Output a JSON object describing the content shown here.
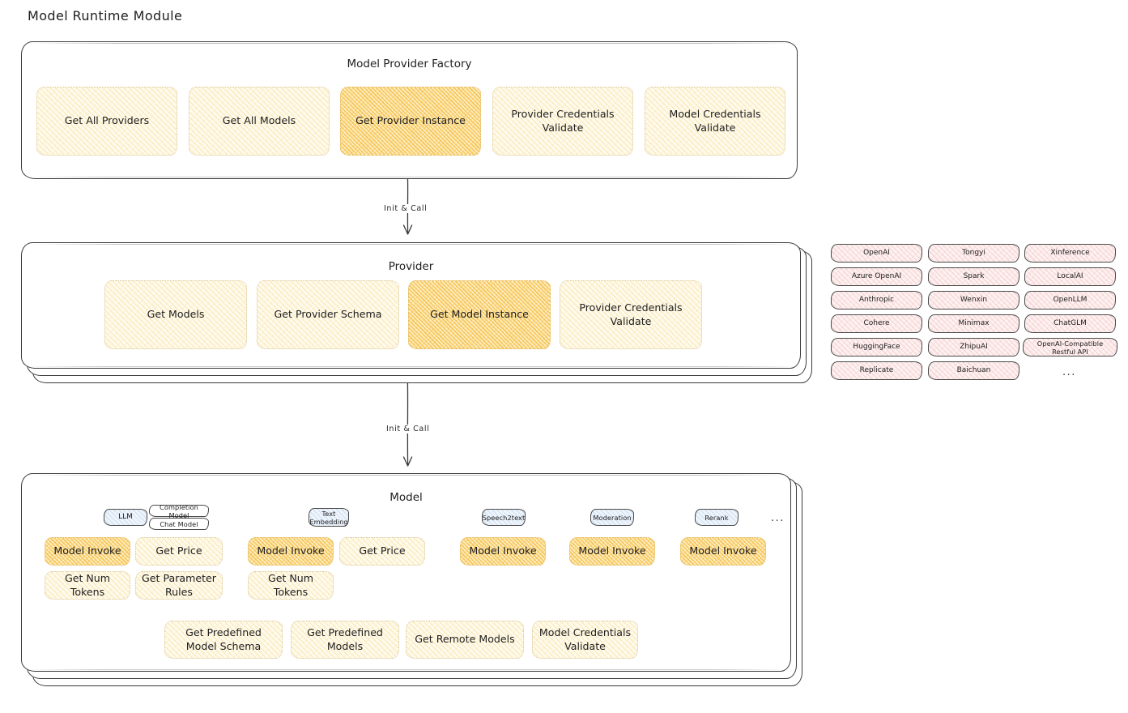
{
  "page": {
    "title": "Model Runtime Module"
  },
  "factory": {
    "title": "Model Provider Factory",
    "nodes": [
      {
        "label": "Get All Providers",
        "highlight": false
      },
      {
        "label": "Get All Models",
        "highlight": false
      },
      {
        "label": "Get Provider Instance",
        "highlight": true
      },
      {
        "label": "Provider Credentials Validate",
        "highlight": false
      },
      {
        "label": "Model Credentials Validate",
        "highlight": false
      }
    ]
  },
  "arrows": {
    "factory_to_provider": "Init & Call",
    "provider_to_model": "Init & Call"
  },
  "provider": {
    "title": "Provider",
    "nodes": [
      {
        "label": "Get Models",
        "highlight": false
      },
      {
        "label": "Get Provider Schema",
        "highlight": false
      },
      {
        "label": "Get Model Instance",
        "highlight": true
      },
      {
        "label": "Provider Credentials Validate",
        "highlight": false
      }
    ]
  },
  "provider_list": {
    "columns": [
      [
        "OpenAI",
        "Azure OpenAI",
        "Anthropic",
        "Cohere",
        "HuggingFace",
        "Replicate"
      ],
      [
        "Tongyi",
        "Spark",
        "Wenxin",
        "Minimax",
        "ZhipuAI",
        "Baichuan"
      ],
      [
        "Xinference",
        "LocalAI",
        "OpenLLM",
        "ChatGLM",
        "OpenAI-Compatible Restful API"
      ]
    ],
    "more": "..."
  },
  "model": {
    "title": "Model",
    "more": "...",
    "groups": [
      {
        "badge": "LLM",
        "tags": [
          "Completion Model",
          "Chat Model"
        ],
        "nodes": [
          {
            "label": "Model Invoke",
            "highlight": true
          },
          {
            "label": "Get Price",
            "highlight": false
          },
          {
            "label": "Get Num Tokens",
            "highlight": false
          },
          {
            "label": "Get Parameter Rules",
            "highlight": false
          }
        ]
      },
      {
        "badge": "Text Embedding",
        "tags": [],
        "nodes": [
          {
            "label": "Model Invoke",
            "highlight": true
          },
          {
            "label": "Get Price",
            "highlight": false
          },
          {
            "label": "Get Num Tokens",
            "highlight": false
          }
        ]
      },
      {
        "badge": "Speech2text",
        "tags": [],
        "nodes": [
          {
            "label": "Model Invoke",
            "highlight": true
          }
        ]
      },
      {
        "badge": "Moderation",
        "tags": [],
        "nodes": [
          {
            "label": "Model Invoke",
            "highlight": true
          }
        ]
      },
      {
        "badge": "Rerank",
        "tags": [],
        "nodes": [
          {
            "label": "Model Invoke",
            "highlight": true
          }
        ]
      }
    ],
    "common_nodes": [
      "Get Predefined Model Schema",
      "Get Predefined Models",
      "Get Remote Models",
      "Model Credentials Validate"
    ]
  },
  "colors": {
    "highlight_fill": "#f4ba3a",
    "light_fill": "#fefaed",
    "provider_chip": "#fdf1f1",
    "badge": "#eef4fb",
    "stroke": "#1e1e1e"
  }
}
